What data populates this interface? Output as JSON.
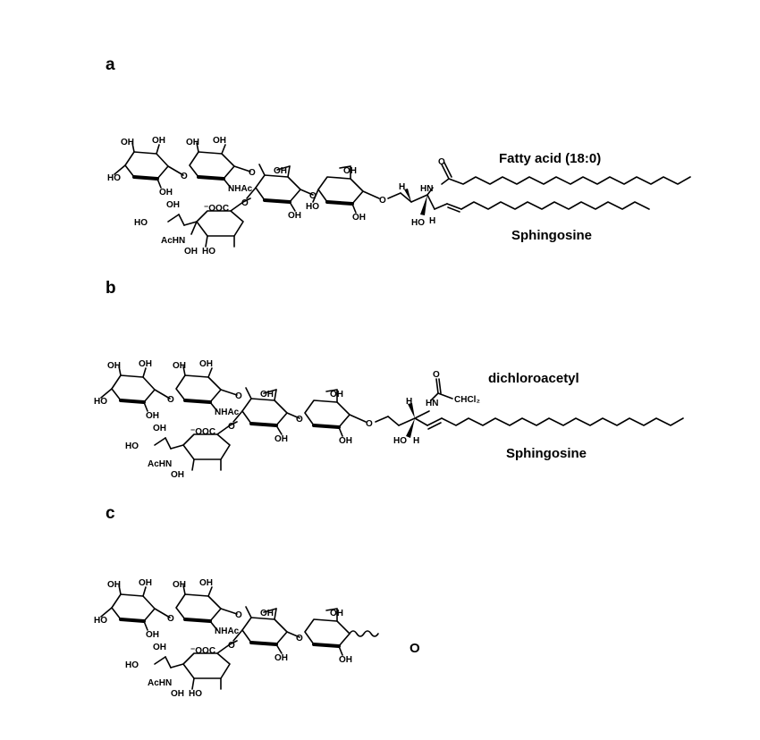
{
  "panels": [
    {
      "id": "a",
      "label": "a",
      "tail_label": "Fatty acid (18:0)",
      "base_label": "Sphingosine",
      "atoms": {
        "oh": "OH",
        "ho": "HO",
        "nhac": "NHAc",
        "achn": "AcHN",
        "coo": "⁻OOC",
        "o": "O",
        "h": "H",
        "hn": "HN"
      }
    },
    {
      "id": "b",
      "label": "b",
      "tail_label": "dichloroacetyl",
      "base_label": "Sphingosine",
      "chcl2": "CHCl₂",
      "atoms": {
        "oh": "OH",
        "ho": "HO",
        "nhac": "NHAc",
        "achn": "AcHN",
        "coo": "⁻OOC",
        "o": "O",
        "h": "H",
        "hn": "HN"
      }
    },
    {
      "id": "c",
      "label": "c",
      "terminal": "O",
      "atoms": {
        "oh": "OH",
        "ho": "HO",
        "nhac": "NHAc",
        "achn": "AcHN",
        "coo": "⁻OOC",
        "o": "O"
      }
    }
  ]
}
